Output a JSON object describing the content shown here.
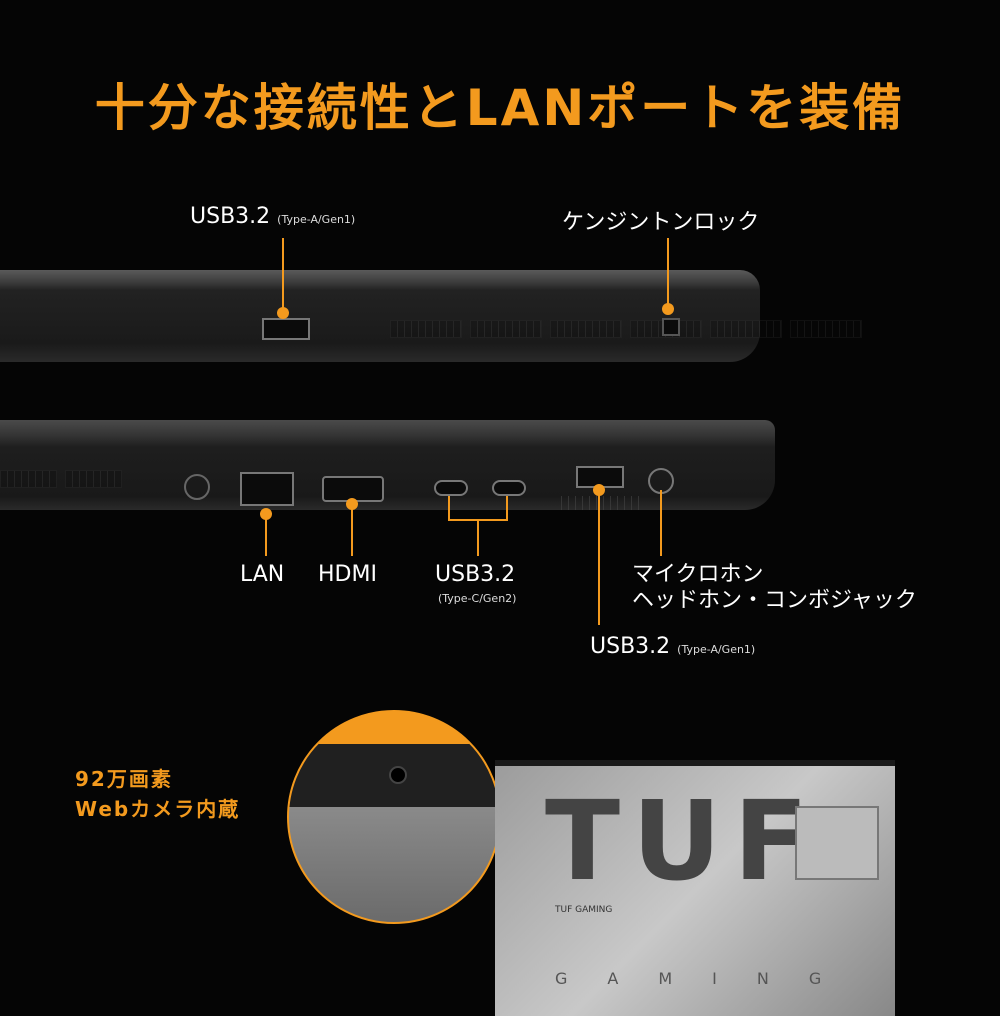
{
  "title": "十分な接続性とLANポートを装備",
  "labels": {
    "usb_top": "USB3.2",
    "usb_top_sub": "(Type-A/Gen1)",
    "kensington": "ケンジントンロック",
    "lan": "LAN",
    "hdmi": "HDMI",
    "usbc": "USB3.2",
    "usbc_sub": "(Type-C/Gen2)",
    "mic_line1": "マイクロホン",
    "mic_line2": "ヘッドホン・コンボジャック",
    "usb_bottom": "USB3.2",
    "usb_bottom_sub": "(Type-A/Gen1)"
  },
  "webcam": {
    "line1": "92万画素",
    "line2": "Webカメラ内蔵"
  },
  "lid": {
    "logo": "TUF",
    "brand": "GAMING",
    "edition": "TUF GAMING"
  },
  "colors": {
    "accent": "#f39a1e",
    "background": "#050505"
  }
}
